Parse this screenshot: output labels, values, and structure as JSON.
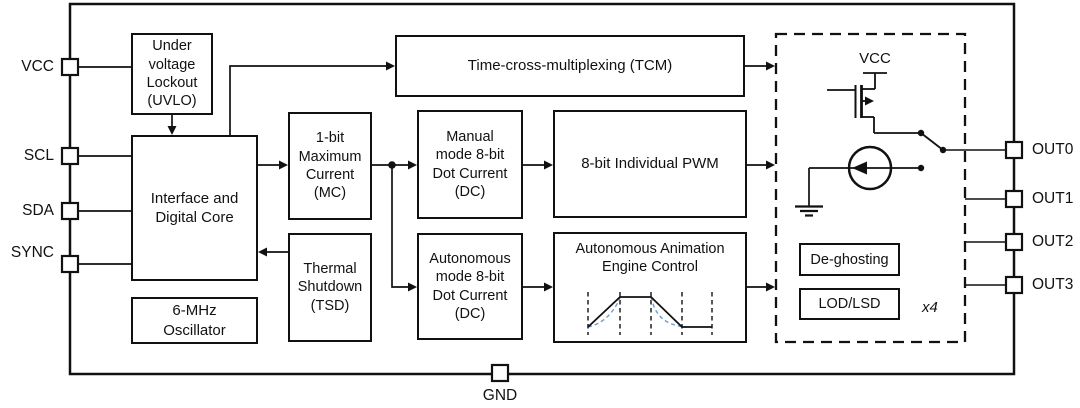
{
  "pins": {
    "left": [
      {
        "label": "VCC"
      },
      {
        "label": "SCL"
      },
      {
        "label": "SDA"
      },
      {
        "label": "SYNC"
      }
    ],
    "right": [
      {
        "label": "OUT0"
      },
      {
        "label": "OUT1"
      },
      {
        "label": "OUT2"
      },
      {
        "label": "OUT3"
      }
    ],
    "bottom": [
      {
        "label": "GND"
      }
    ]
  },
  "blocks": {
    "uvlo": {
      "label": "Under\nvoltage\nLockout\n(UVLO)"
    },
    "interface_core": {
      "label": "Interface and\nDigital Core"
    },
    "oscillator": {
      "label": "6-MHz\nOscillator"
    },
    "max_current": {
      "label": "1-bit\nMaximum\nCurrent\n(MC)"
    },
    "thermal_shutdown": {
      "label": "Thermal\nShutdown\n(TSD)"
    },
    "tcm": {
      "label": "Time-cross-multiplexing (TCM)"
    },
    "manual_dot_current": {
      "label": "Manual\nmode 8-bit\nDot Current\n(DC)"
    },
    "auto_dot_current": {
      "label": "Autonomous\nmode 8-bit\nDot Current\n(DC)"
    },
    "individual_pwm": {
      "label": "8-bit Individual PWM"
    },
    "animation_engine": {
      "label": "Autonomous Animation\nEngine Control"
    }
  },
  "output_stage": {
    "supply_label": "VCC",
    "deghosting_label": "De-ghosting",
    "lod_lsd_label": "LOD/LSD",
    "multiplier_label": "x4"
  },
  "colors": {
    "line": "#111111",
    "waveform_accent": "#6f9cd0",
    "background": "#ffffff"
  }
}
